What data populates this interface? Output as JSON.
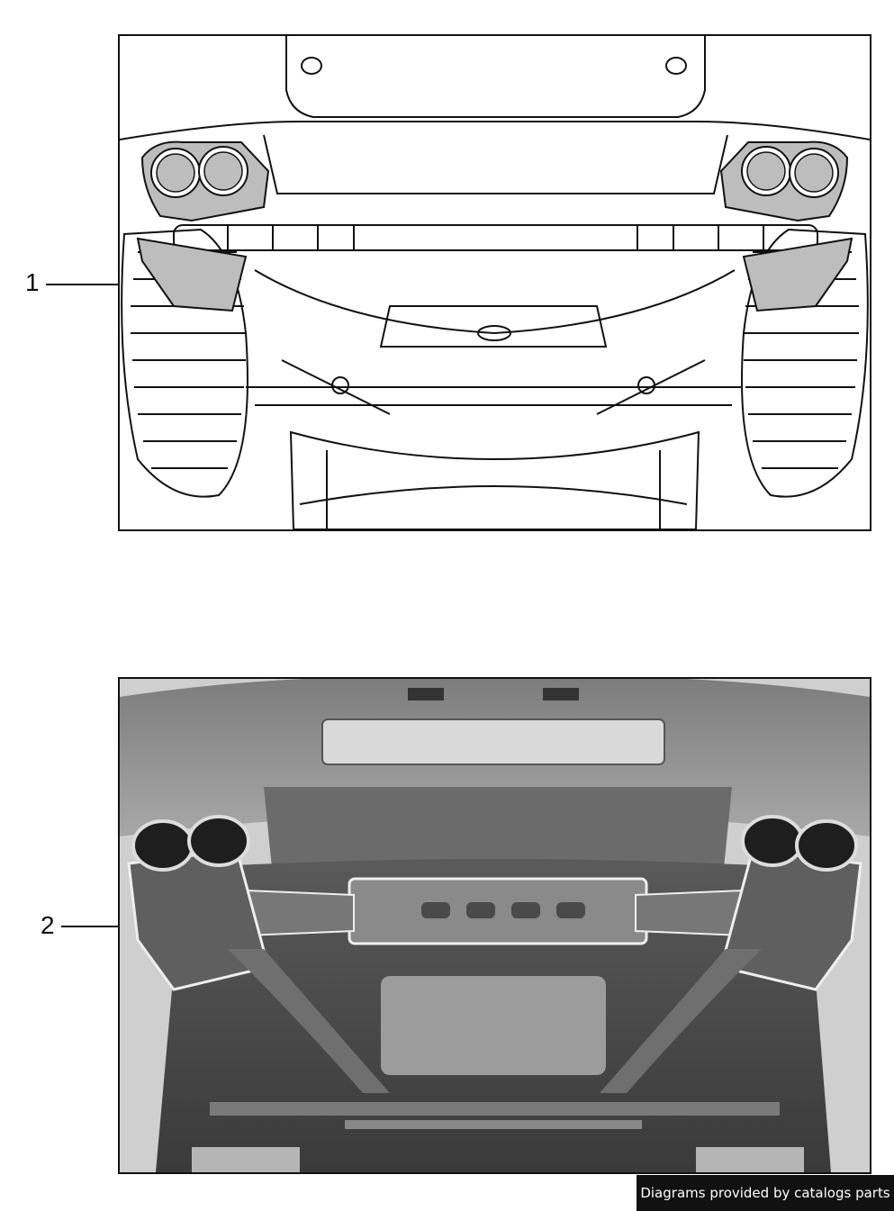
{
  "callouts": [
    {
      "number": "1"
    },
    {
      "number": "2"
    }
  ],
  "panels": [
    {
      "kind": "line-drawing",
      "subject": "rear exhaust system underside"
    },
    {
      "kind": "photograph",
      "subject": "rear exhaust system underside"
    }
  ],
  "footer": {
    "credit": "Diagrams provided by catalogs parts"
  },
  "colors": {
    "frame": "#111111",
    "shade": "#bdbdbd",
    "photo_bg": "#9a9a9a",
    "badge_bg": "#111111",
    "badge_text": "#ffffff"
  }
}
